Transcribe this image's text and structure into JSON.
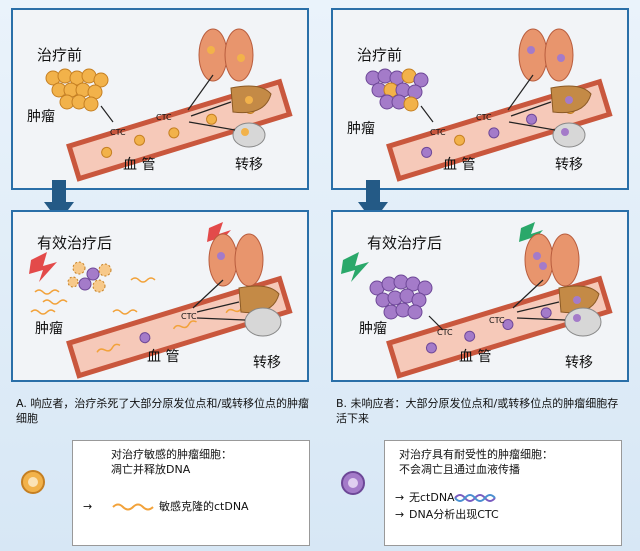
{
  "panels": [
    {
      "title": "治疗前",
      "tumor": "肿瘤",
      "vessel": "血 管",
      "metastasis": "转移",
      "ctc1": "CTC",
      "ctc2": "CTC"
    },
    {
      "title": "治疗前",
      "tumor": "肿瘤",
      "vessel": "血 管",
      "metastasis": "转移",
      "ctc1": "CTC",
      "ctc2": "CTC"
    },
    {
      "title": "有效治疗后",
      "tumor": "肿瘤",
      "vessel": "血 管",
      "metastasis": "转移",
      "ctc1": "CTC"
    },
    {
      "title": "有效治疗后",
      "tumor": "肿瘤",
      "vessel": "血 管",
      "metastasis": "转移",
      "ctc1": "CTC",
      "ctc2": "CTC"
    }
  ],
  "captions": {
    "a": "A. 响应者，治疗杀死了大部分原发位点和/或转移位点的肿瘤细胞",
    "b": "B. 未响应者：大部分原发位点和/或转移位点的肿瘤细胞存活下来"
  },
  "legend": {
    "a_line1": "对治疗敏感的肿瘤细胞：",
    "a_line2": "凋亡并释放DNA",
    "a_arrow": "→",
    "a_item": "敏感克隆的ctDNA",
    "b_line1": "对治疗具有耐受性的肿瘤细胞：",
    "b_line2": "不会凋亡且通过血液传播",
    "b_arrow1": "→",
    "b_item1": "无ctDNA",
    "b_arrow2": "→",
    "b_item2": "DNA分析出现CTC"
  },
  "colors": {
    "sensitive": "#f2b24a",
    "resistant": "#a47bc9",
    "vessel": "#e2684c",
    "arrow": "#245a86",
    "border": "#2a6fa8"
  }
}
